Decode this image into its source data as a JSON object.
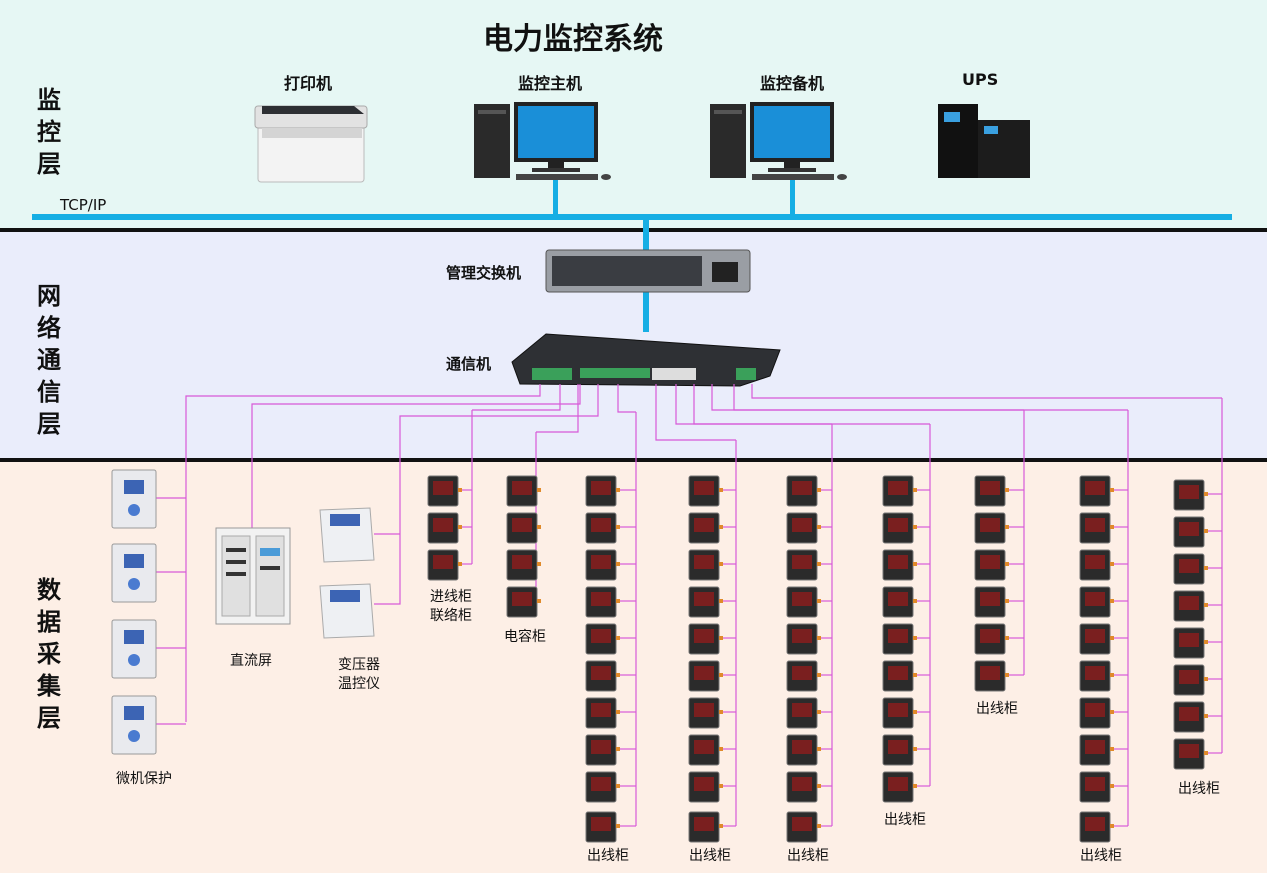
{
  "title": "电力监控系统",
  "layers": {
    "monitor": [
      "监",
      "控",
      "层"
    ],
    "network": [
      "网",
      "络",
      "通",
      "信",
      "层"
    ],
    "data": [
      "数",
      "据",
      "采",
      "集",
      "层"
    ]
  },
  "protocol": "TCP/IP",
  "monitor_devices": {
    "printer": "打印机",
    "host": "监控主机",
    "backup": "监控备机",
    "ups": "UPS"
  },
  "network_devices": {
    "switch": "管理交换机",
    "comm": "通信机"
  },
  "field_devices": {
    "protection": "微机保护",
    "dc_panel": "直流屏",
    "transformer_1": "变压器",
    "transformer_2": "温控仪",
    "incoming_1": "进线柜",
    "incoming_2": "联络柜",
    "capacitor": "电容柜",
    "outgoing": "出线柜"
  },
  "colors": {
    "bus": "#16aee4",
    "wire": "#d85ad8",
    "monitor_bg": "#e6f7f4",
    "network_bg": "#eaedfb",
    "data_bg": "#fdefe6"
  }
}
